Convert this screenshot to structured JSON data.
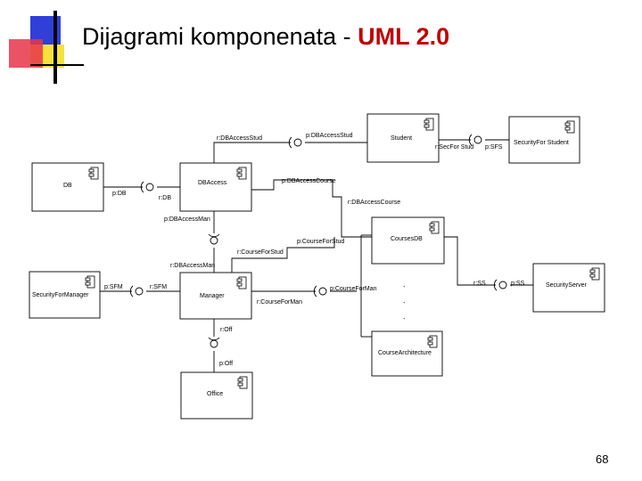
{
  "slide": {
    "title_main": "Dijagrami komponenata - ",
    "title_accent": "UML 2.0",
    "page_number": "68",
    "colors": {
      "accent": "#c00000",
      "deco_blue": "#2f3fd8",
      "deco_yellow": "#f4e23a",
      "deco_red": "#e8354a"
    }
  },
  "diagram": {
    "components": {
      "student": "Student",
      "security_for_student": "SecurityFor Student",
      "db": "DB",
      "db_access": "DBAccess",
      "courses": "CoursesDB",
      "security_server": "SecurityServer",
      "security_for_manager": "SecurityForManager",
      "manager": "Manager",
      "course_architecture": "CourseArchitecture",
      "office": "Office"
    },
    "ports": {
      "rdb_access_stud": "r:DBAccessStud",
      "p_db_for_stud": "p:DBAccessStud",
      "r_sec_for_stud": "r:SecFor Stud",
      "p_sfs": "p:SFS",
      "p_db": "p:DB",
      "r_db": "r:DB",
      "p_db_access_course": "p:DBAccessCourse",
      "r_db_access_course": "r:DBAccessCourse",
      "p_db_access_man": "p:DBAccessMan",
      "r_course_for_stud": "r:CourseForStud",
      "p_course_for_stud": "p:CourseForStud",
      "r_db_access_man": "r:DBAccessMan",
      "p_sfm": "p:SFM",
      "r_sfm": "r:SFM",
      "r_course_for_man": "r:CourseForMan",
      "p_course_for_man": "p:CourseForMan",
      "r_ss": "r:SS",
      "p_ss": "p:SS",
      "r_off": "r:Off",
      "p_off": "p:Off"
    },
    "ellipsis": [
      ".",
      ".",
      "."
    ]
  }
}
